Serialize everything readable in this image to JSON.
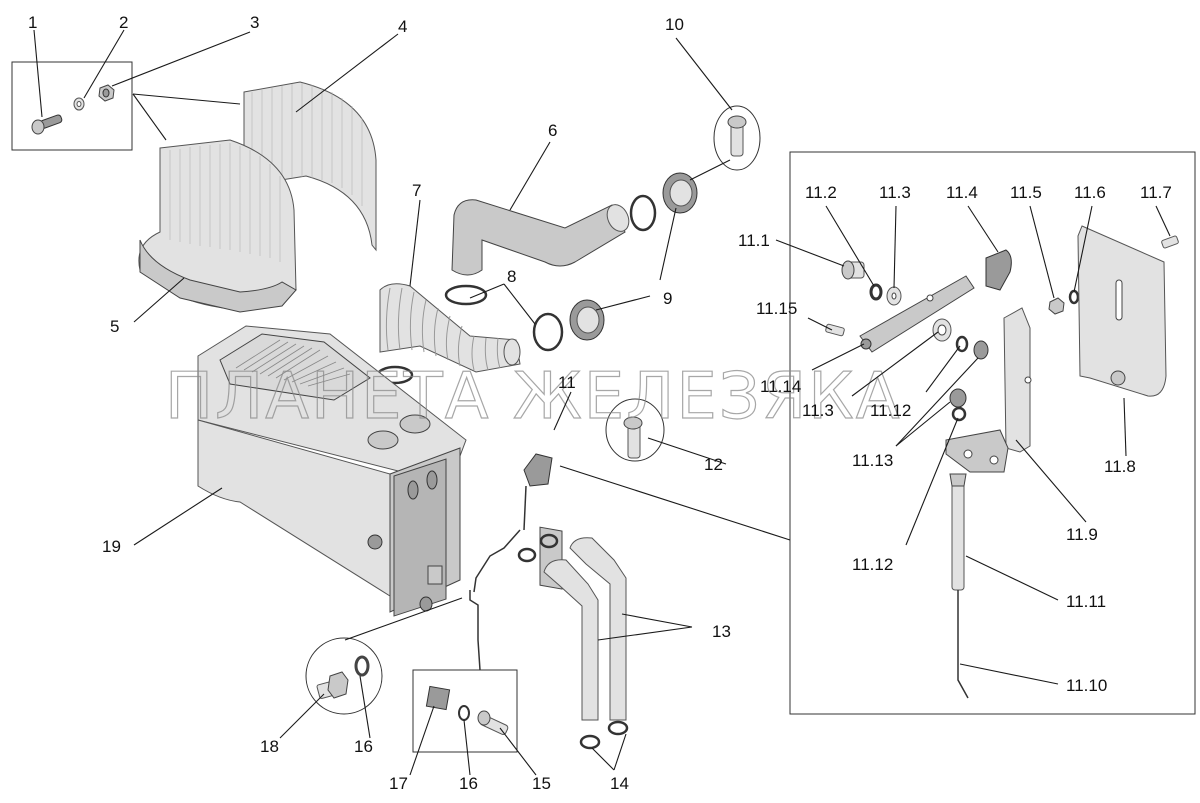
{
  "watermark": "ПЛАНЕТА ЖЕЛЕЗЯКА",
  "labels": {
    "l1": "1",
    "l2": "2",
    "l3": "3",
    "l4": "4",
    "l5": "5",
    "l6": "6",
    "l7": "7",
    "l8": "8",
    "l9": "9",
    "l10": "10",
    "l11": "11",
    "l12": "12",
    "l13": "13",
    "l14": "14",
    "l15": "15",
    "l16a": "16",
    "l16b": "16",
    "l17": "17",
    "l18": "18",
    "l19": "19",
    "s1": "11.1",
    "s2": "11.2",
    "s3": "11.3",
    "s4": "11.4",
    "s5": "11.5",
    "s6": "11.6",
    "s7": "11.7",
    "s8": "11.8",
    "s9": "11.9",
    "s10": "11.10",
    "s11": "11.11",
    "s12a": "11.12",
    "s12b": "11.12",
    "s13": "11.13",
    "s14": "11.14",
    "s15": "11.15",
    "s3b": "11.3"
  }
}
